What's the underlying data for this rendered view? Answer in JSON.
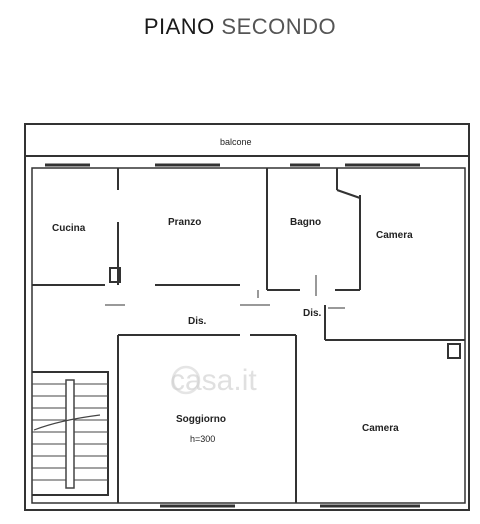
{
  "header": {
    "title_part1": "PIANO",
    "title_part2": "SECONDO"
  },
  "rooms": {
    "balcony": "balcone",
    "kitchen": "Cucina",
    "dining": "Pranzo",
    "bathroom": "Bagno",
    "bedroom_top": "Camera",
    "hall_left": "Dis.",
    "hall_right": "Dis.",
    "living": "Soggiorno",
    "living_height": "h=300",
    "bedroom_bottom": "Camera"
  },
  "watermark": {
    "text": "casa.it"
  },
  "colors": {
    "wall": "#333333",
    "paper": "#ffffff",
    "watermark": "#c8c8c8"
  }
}
